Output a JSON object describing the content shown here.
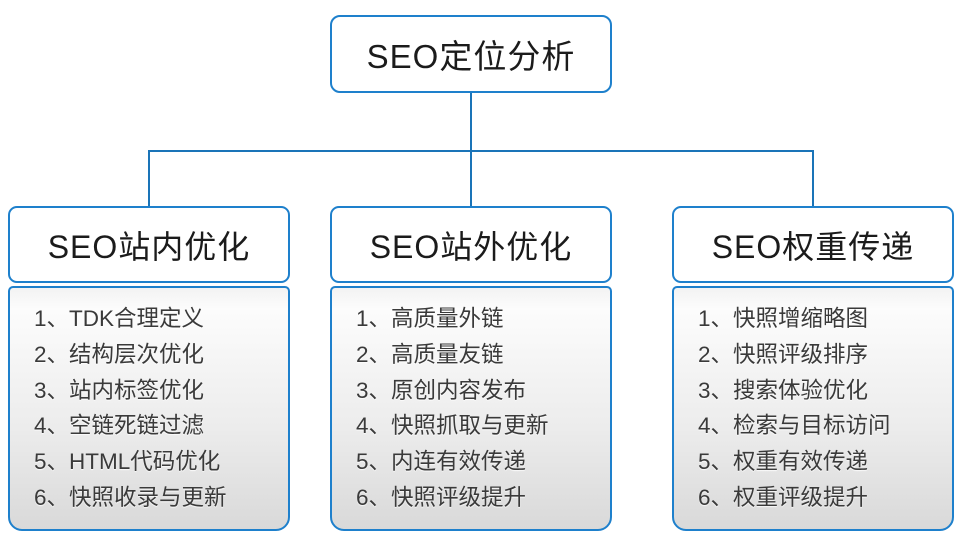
{
  "palette": {
    "border": "#1e80cc",
    "line": "#1a74b8",
    "text": "#3a3a3a",
    "header_text": "#1b1b1b",
    "panel_top": "#fcfcfc",
    "panel_bottom": "#d9d9d9"
  },
  "root": {
    "title": "SEO定位分析"
  },
  "columns": [
    {
      "title": "SEO站内优化",
      "items": [
        "1、TDK合理定义",
        "2、结构层次优化",
        "3、站内标签优化",
        "4、空链死链过滤",
        "5、HTML代码优化",
        "6、快照收录与更新"
      ]
    },
    {
      "title": "SEO站外优化",
      "items": [
        "1、高质量外链",
        "2、高质量友链",
        "3、原创内容发布",
        "4、快照抓取与更新",
        "5、内连有效传递",
        "6、快照评级提升"
      ]
    },
    {
      "title": "SEO权重传递",
      "items": [
        "1、快照增缩略图",
        "2、快照评级排序",
        "3、搜索体验优化",
        "4、检索与目标访问",
        "5、权重有效传递",
        "6、权重评级提升"
      ]
    }
  ]
}
